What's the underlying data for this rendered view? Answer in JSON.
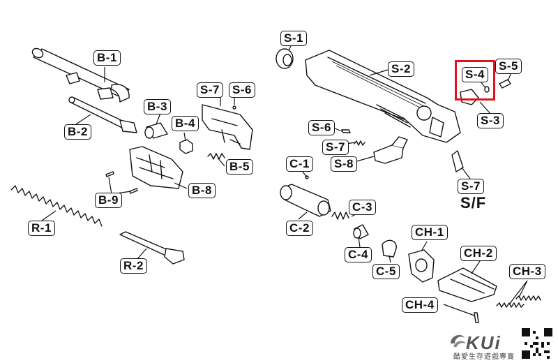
{
  "labels": {
    "b1": "B-1",
    "b2": "B-2",
    "b3": "B-3",
    "b4": "B-4",
    "b5": "B-5",
    "b8": "B-8",
    "b9": "B-9",
    "r1": "R-1",
    "r2": "R-2",
    "s7_top": "S-7",
    "s6_top": "S-6",
    "s1": "S-1",
    "s2": "S-2",
    "s3": "S-3",
    "s4": "S-4",
    "s5": "S-5",
    "s6_mid": "S-6",
    "s7_mid": "S-7",
    "s8": "S-8",
    "s7_sf": "S-7",
    "sf": "S/F",
    "c1": "C-1",
    "c2": "C-2",
    "c3": "C-3",
    "c4": "C-4",
    "c5": "C-5",
    "ch1": "CH-1",
    "ch2": "CH-2",
    "ch3": "CH-3",
    "ch4": "CH-4"
  },
  "highlight": {
    "part": "S-4",
    "color": "#e0141e"
  },
  "logo": {
    "brand": "KUi",
    "tagline": "酷愛生存遊戲專賣"
  }
}
